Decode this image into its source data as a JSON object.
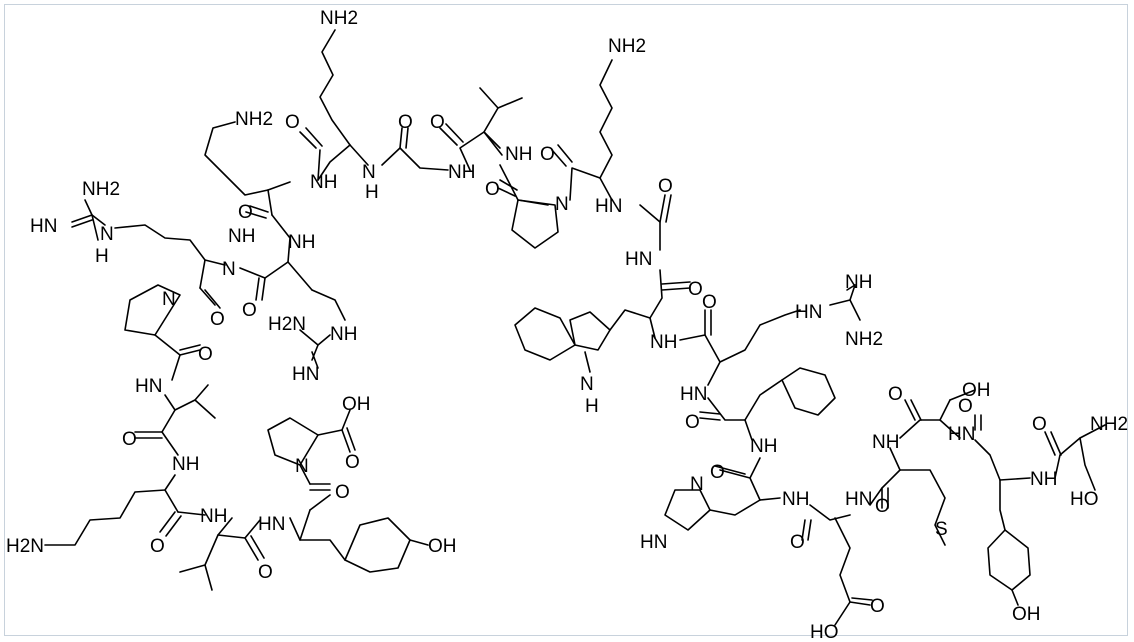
{
  "colors": {
    "bond": "#000000",
    "frame": "#c8d2dc",
    "background": "#ffffff"
  },
  "labels": {
    "k1_nh2": "NH2",
    "k2_nh2": "NH2",
    "k3_nh2": "NH2",
    "k4_nh2": "H2N",
    "ser_nh2": "NH2",
    "r1_nh2": "NH2",
    "r1_hn": "HN",
    "r1_h": "H",
    "r2_h2n": "H2N",
    "r2_nh": "NH",
    "r2_hn": "HN",
    "r3_nh": "NH",
    "r3_nh2": "NH2",
    "r3_hn": "HN",
    "n_1": "N",
    "h_1": "H",
    "nh_1": "NH",
    "nh_2": "NH",
    "nh_3": "NH",
    "nh_4": "NH",
    "nh_5": "NH",
    "nh_6": "NH",
    "nh_7": "NH",
    "nh_8": "NH",
    "nh_9": "NH",
    "nh_10": "NH",
    "nh_11": "NH",
    "nh_12": "NH",
    "nh_13": "NH",
    "nh_14": "NH",
    "hn_1": "HN",
    "hn_2": "HN",
    "hn_3": "HN",
    "hn_4": "HN",
    "hn_5": "HN",
    "n_pro1": "N",
    "n_pro2": "N",
    "n_pro3": "N",
    "n_his": "N",
    "hn_his": "HN",
    "ho_ser": "HO",
    "ho_glu": "HO",
    "s_met": "S",
    "oh_1": "OH",
    "oh_2": "OH",
    "oh_3": "OH",
    "oh_4": "OH",
    "oh_5": "OH",
    "h_trp": "H",
    "o_1": "O",
    "o_2": "O",
    "o_3": "O",
    "o_4": "O",
    "o_5": "O",
    "o_6": "O",
    "o_7": "O",
    "o_8": "O",
    "o_9": "O",
    "o_10": "O",
    "o_11": "O",
    "o_12": "O",
    "o_13": "O",
    "o_14": "O",
    "o_15": "O",
    "o_16": "O",
    "o_17": "O",
    "o_18": "O",
    "o_19": "O",
    "o_20": "O",
    "o_21": "O",
    "o_22": "O",
    "o_23": "O",
    "o_24": "O",
    "o_25": "O"
  }
}
